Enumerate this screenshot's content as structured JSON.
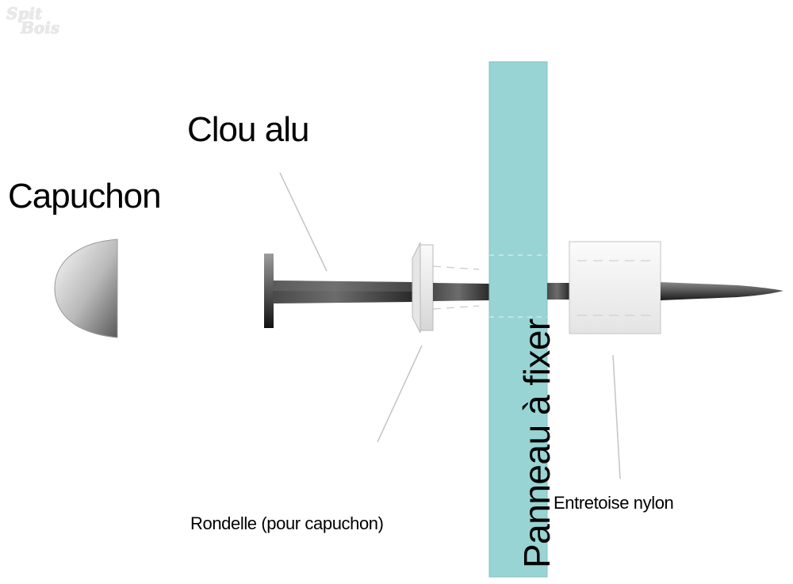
{
  "labels": {
    "clou": "Clou alu",
    "capuchon": "Capuchon",
    "rondelle": "Rondelle (pour capuchon)",
    "entretoise": "Entretoise nylon",
    "panneau": "Panneau à fixer"
  },
  "watermark": {
    "line1": "Spit",
    "line2": "Bois"
  },
  "colors": {
    "panel": "#98d4d4",
    "panel_border": "#7fbcbc",
    "nail_dark": "#222222",
    "nail_light": "#8a8a8a",
    "part_light": "#f4f4f4",
    "part_border": "#c8c8c8",
    "leader": "#bdbdbd"
  }
}
